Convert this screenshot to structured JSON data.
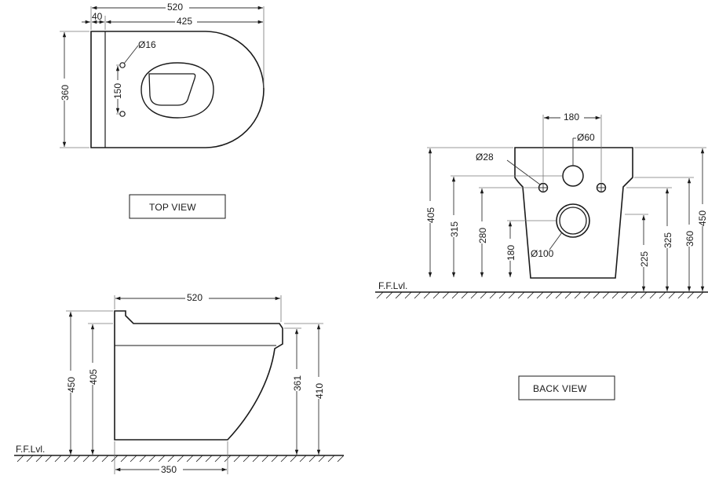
{
  "views": {
    "top": {
      "label": "TOP VIEW",
      "dims": {
        "overall_length": "520",
        "rear_depth": "40",
        "front_length": "425",
        "width": "360",
        "hole_spacing": "150",
        "hole_dia": "Ø16"
      }
    },
    "side": {
      "label": "",
      "dims": {
        "overall_length": "520",
        "total_height": "450",
        "seat_height": "405",
        "rim_height": "361",
        "height_410": "410",
        "base_length": "350"
      },
      "floor": "F.F.Lvl."
    },
    "back": {
      "label": "BACK VIEW",
      "dims": {
        "bolt_spacing": "180",
        "inlet_dia": "Ø60",
        "bolt_dia": "Ø28",
        "outlet_dia": "Ø100",
        "h405": "405",
        "h315": "315",
        "h280": "280",
        "h180": "180",
        "h225": "225",
        "h325": "325",
        "h360": "360",
        "h450": "450"
      },
      "floor": "F.F.Lvl."
    }
  },
  "colors": {
    "ink": "#1a1a1a",
    "background": "#ffffff"
  }
}
